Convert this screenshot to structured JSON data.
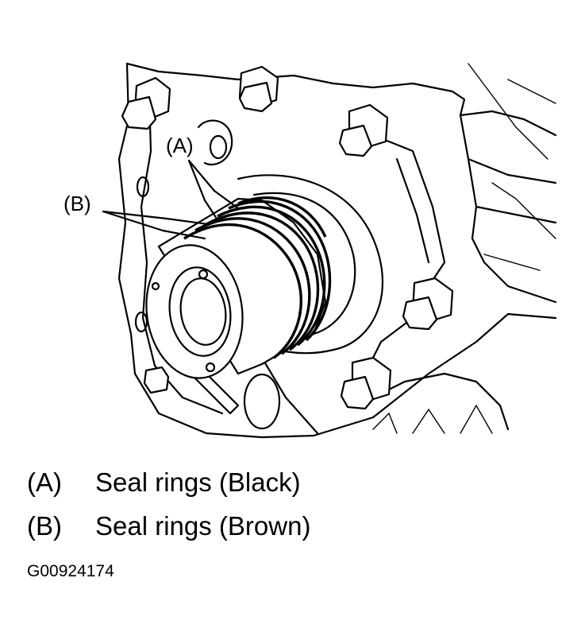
{
  "diagram": {
    "callouts": {
      "a": "(A)",
      "b": "(B)"
    },
    "legend": [
      {
        "key": "(A)",
        "text": "Seal rings (Black)"
      },
      {
        "key": "(B)",
        "text": "Seal rings (Brown)"
      }
    ],
    "figure_id": "G00924174"
  }
}
